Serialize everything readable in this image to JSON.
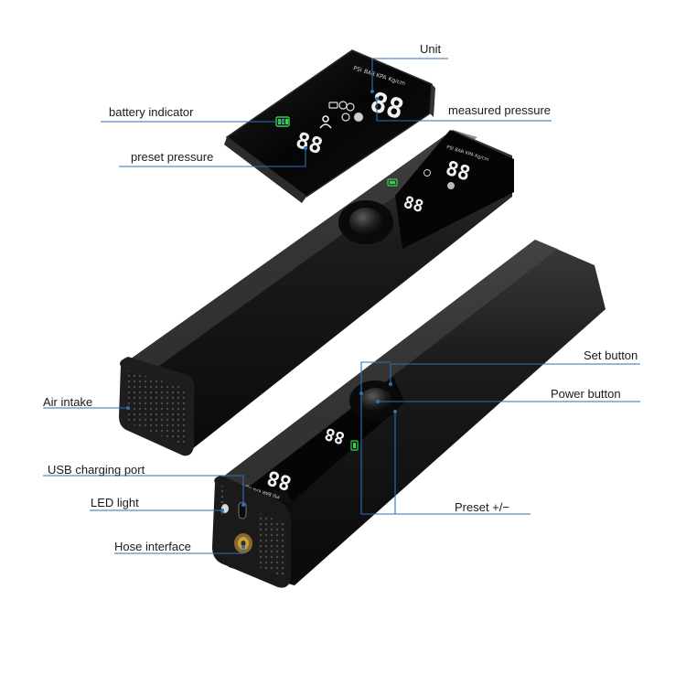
{
  "callouts": {
    "unit": "Unit",
    "battery_indicator": "battery indicator",
    "measured_pressure": "measured pressure",
    "preset_pressure": "preset pressure",
    "air_intake": "Air intake",
    "usb_charging_port": "USB charging port",
    "led_light": "LED light",
    "hose_interface": "Hose interface",
    "set_button": "Set button",
    "power_button": "Power button",
    "preset_plus_minus": "Preset +/−"
  },
  "display": {
    "units": [
      "PSI",
      "BAR",
      "KPA",
      "Kg/cm"
    ],
    "measured_value": "88",
    "preset_value": "88"
  },
  "colors": {
    "callout_line": "#2e6fb6",
    "battery_green": "#35d24a",
    "device_body": "#161616",
    "screen": "#050505"
  }
}
